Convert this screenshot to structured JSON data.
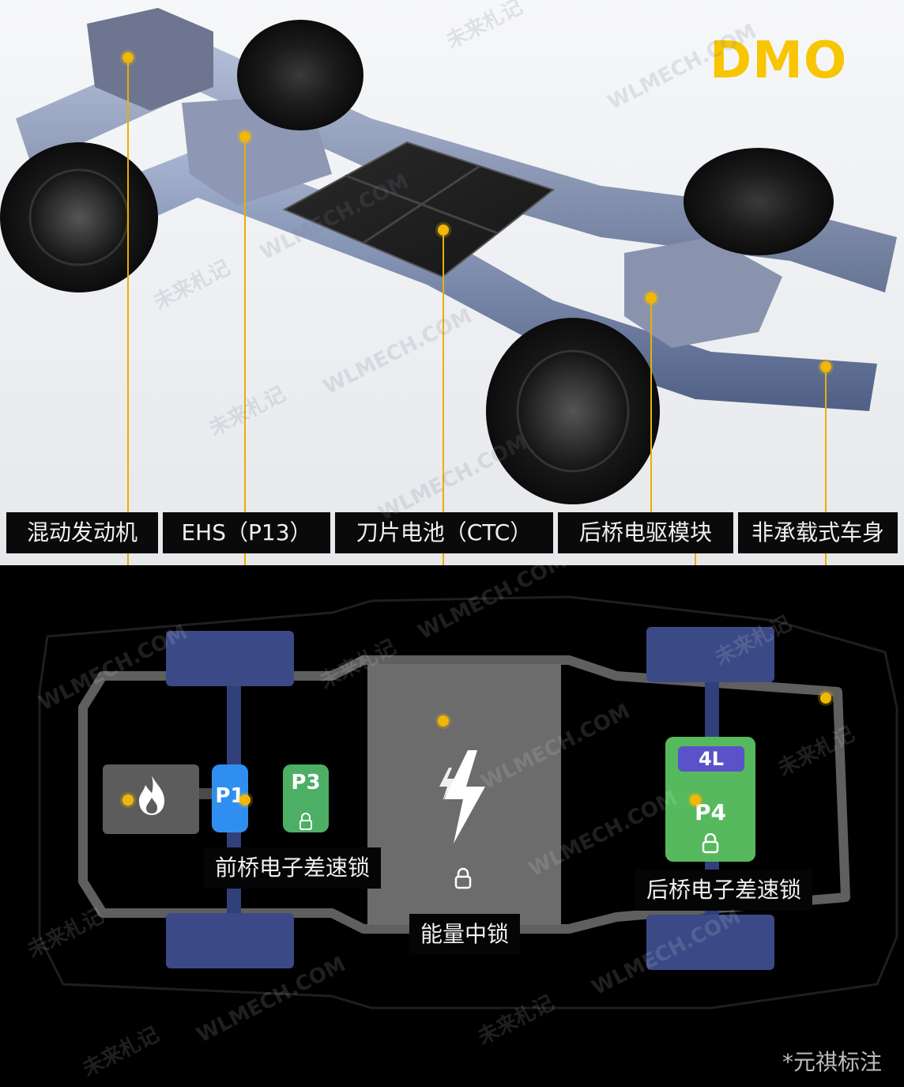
{
  "brand": {
    "title": "DMO",
    "color": "#f7c600"
  },
  "components": [
    "混动发动机",
    "EHS（P13）",
    "刀片电池（CTC）",
    "后桥电驱模块",
    "非承载式车身"
  ],
  "diagram": {
    "modules": {
      "engine_icon": "flame-icon",
      "p1": "P1",
      "p3": "P3",
      "p4": "P4",
      "four_l": "4L",
      "battery_icon": "lightning-icon"
    },
    "captions": {
      "front_lock": "前桥电子差速锁",
      "center_lock": "能量中锁",
      "rear_lock": "后桥电子差速锁"
    }
  },
  "watermarks": [
    "未来札记",
    "WLMECH.COM"
  ],
  "footer": {
    "note": "*元祺标注"
  },
  "colors": {
    "accent": "#f2b705",
    "p1": "#2f8ff0",
    "p3": "#4caf65",
    "p4": "#56b95e",
    "four_l": "#5a52c8",
    "wheel": "#3b4a86"
  }
}
